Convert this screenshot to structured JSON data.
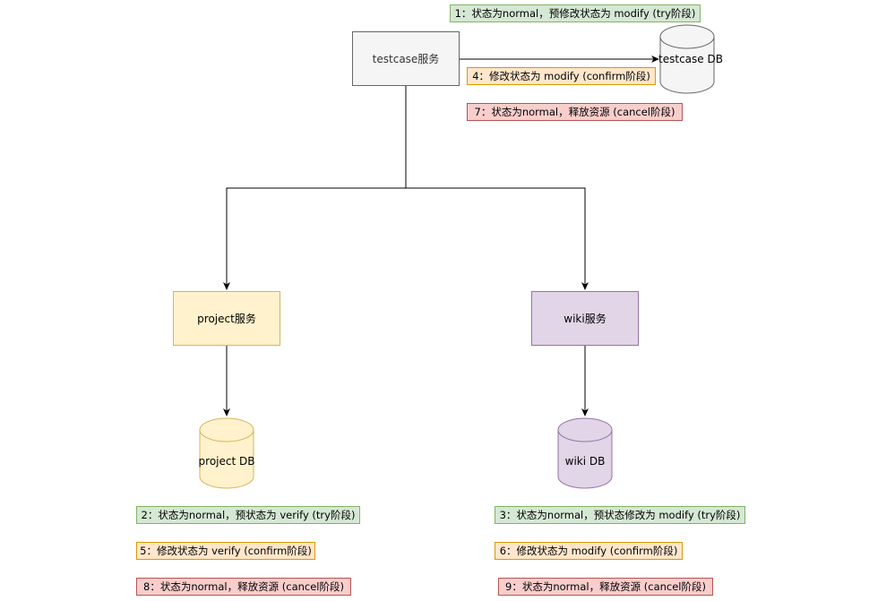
{
  "services": {
    "testcase": {
      "label": "testcase服务"
    },
    "project": {
      "label": "project服务"
    },
    "wiki": {
      "label": "wiki服务"
    }
  },
  "databases": {
    "testcase": {
      "label": "testcase DB"
    },
    "project": {
      "label": "project DB"
    },
    "wiki": {
      "label": "wiki DB"
    }
  },
  "notes": {
    "n1": "1：状态为normal，预修改状态为 modify (try阶段)",
    "n4": "4：修改状态为 modify (confirm阶段)",
    "n7": "7：状态为normal，释放资源 (cancel阶段)",
    "n2": "2：状态为normal，预状态为 verify (try阶段)",
    "n5": "5：修改状态为 verify (confirm阶段)",
    "n8": "8：状态为normal，释放资源 (cancel阶段)",
    "n3": "3：状态为normal，预状态修改为 modify (try阶段)",
    "n6": "6：修改状态为 modify (confirm阶段)",
    "n9": "9：状态为normal，释放资源 (cancel阶段)"
  },
  "colors": {
    "edge": "#000000",
    "gray_fill": "#f5f5f5",
    "gray_stroke": "#666666",
    "yellow_fill": "#fff2cc",
    "yellow_stroke": "#d6b656",
    "purple_fill": "#e1d5e7",
    "purple_stroke": "#9673a6",
    "green_note": "#d5e8d4",
    "orange_note": "#ffe6cc",
    "red_note": "#f8cecc"
  }
}
